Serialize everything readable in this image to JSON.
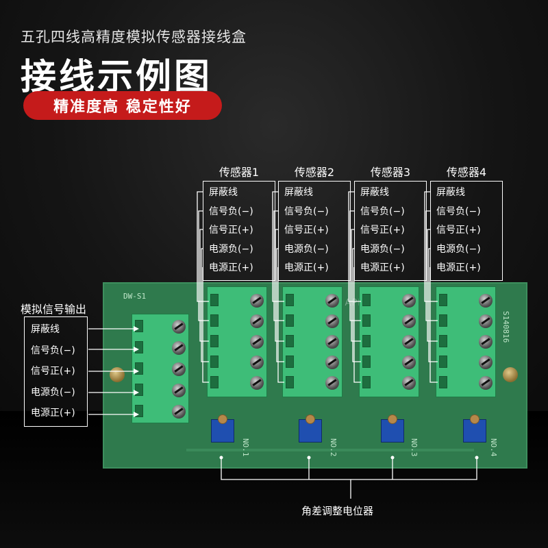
{
  "header": {
    "subtitle": "五孔四线高精度模拟传感器接线盒",
    "title": "接线示例图",
    "badge": "精准度高  稳定性好"
  },
  "sensors": [
    {
      "title": "传感器1",
      "rows": [
        "屏蔽线",
        "信号负(−)",
        "信号正(+)",
        "电源负(−)",
        "电源正(+)"
      ]
    },
    {
      "title": "传感器2",
      "rows": [
        "屏蔽线",
        "信号负(−)",
        "信号正(+)",
        "电源负(−)",
        "电源正(+)"
      ]
    },
    {
      "title": "传感器3",
      "rows": [
        "屏蔽线",
        "信号负(−)",
        "信号正(+)",
        "电源负(−)",
        "电源正(+)"
      ]
    },
    {
      "title": "传感器4",
      "rows": [
        "屏蔽线",
        "信号负(−)",
        "信号正(+)",
        "电源负(−)",
        "电源正(+)"
      ]
    }
  ],
  "output": {
    "title": "模拟信号输出",
    "rows": [
      "屏蔽线",
      "信号负(−)",
      "信号正(+)",
      "电源负(−)",
      "电源正(+)"
    ]
  },
  "board": {
    "model": "DW-S1",
    "serial": "S140816",
    "pots": [
      "NO.1",
      "NO.2",
      "NO.3",
      "NO.4"
    ],
    "watermark": "WEIGHING APPARATUS"
  },
  "pot_label": "角差调整电位器",
  "colors": {
    "badge": "#c51b1b",
    "pcb": "#2f7a4d",
    "terminal": "#3ebd78",
    "pot": "#1f4fb0"
  }
}
